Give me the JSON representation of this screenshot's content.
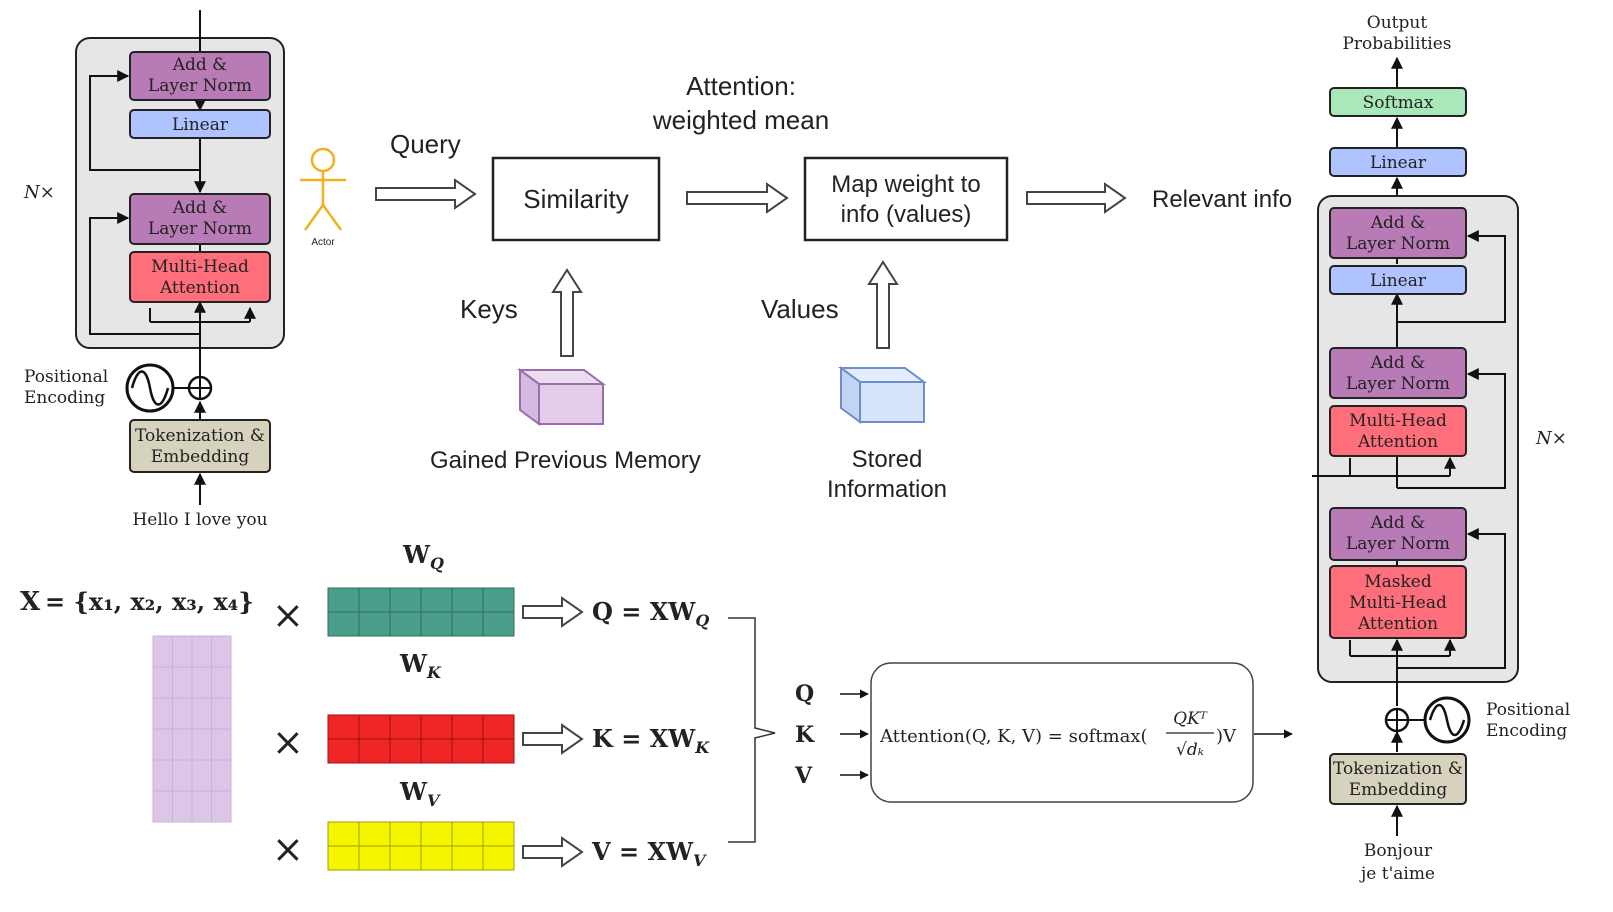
{
  "colors": {
    "add_norm": "#b87bb5",
    "linear": "#aec3ff",
    "attention": "#ff6f7b",
    "embed": "#d6d2bd",
    "softmax": "#a9e8b8",
    "panel": "#e6e6e6",
    "wq": "#4a9e8a",
    "wk": "#f02525",
    "wv": "#f5f500",
    "x_matrix": "#dcc6e8",
    "actor": "#f0b020",
    "memory_cube": "#e3cdeb",
    "stored_cube": "#d6e4fb"
  },
  "encoder": {
    "add_norm_top": "Add &\nLayer Norm",
    "linear": "Linear",
    "add_norm_bottom": "Add &\nLayer Norm",
    "attention": "Multi-Head\nAttention",
    "nx": "N×",
    "positional": "Positional\nEncoding",
    "embedding": "Tokenization &\nEmbedding",
    "input": "Hello I love you"
  },
  "concept": {
    "actor_label": "Actor",
    "query": "Query",
    "similarity": "Similarity",
    "attention_title": "Attention:\nweighted mean",
    "map_weight": "Map weight to\ninfo (values)",
    "relevant": "Relevant info",
    "keys": "Keys",
    "values": "Values",
    "memory": "Gained Previous Memory",
    "stored": "Stored\nInformation"
  },
  "decoder": {
    "output": "Output\nProbabilities",
    "softmax": "Softmax",
    "linear_top": "Linear",
    "add_norm_1": "Add &\nLayer Norm",
    "linear_inner": "Linear",
    "add_norm_2": "Add &\nLayer Norm",
    "mha": "Multi-Head\nAttention",
    "add_norm_3": "Add &\nLayer Norm",
    "masked": "Masked\nMulti-Head\nAttention",
    "nx": "N×",
    "positional": "Positional\nEncoding",
    "embedding": "Tokenization &\nEmbedding",
    "input": "Bonjour\nje t'aime"
  },
  "math": {
    "X_lhs": "X",
    "X_rhs": "= {x₁, x₂, x₃, x₄}",
    "times": "×",
    "wq": "W",
    "wq_sub": "Q",
    "wk": "W",
    "wk_sub": "K",
    "wv": "W",
    "wv_sub": "V",
    "q_eq": "Q = XW",
    "q_sub": "Q",
    "k_eq": "K = XW",
    "k_sub": "K",
    "v_eq": "V = XW",
    "v_sub": "V",
    "q": "Q",
    "k": "K",
    "v": "V",
    "formula_left": "Attention(Q, K, V) = softmax(",
    "formula_num": "QKᵀ",
    "formula_den": "√dₖ",
    "formula_right": ")V"
  }
}
